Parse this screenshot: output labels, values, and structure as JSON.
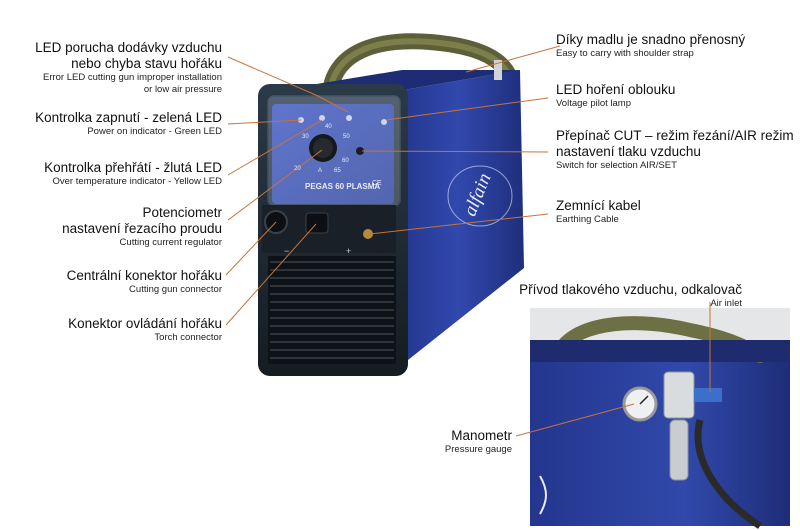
{
  "left_labels": [
    {
      "id": "led-fault",
      "cz": [
        "LED porucha dodávky vzduchu",
        "nebo chyba stavu hořáku"
      ],
      "en": [
        "Error LED cutting gun improper installation",
        "or low air pressure"
      ]
    },
    {
      "id": "power-indicator",
      "cz": [
        "Kontrolka zapnutí - zelená LED"
      ],
      "en": [
        "Power on indicator - Green LED"
      ]
    },
    {
      "id": "overheat-indicator",
      "cz": [
        "Kontrolka přehřátí - žlutá LED"
      ],
      "en": [
        "Over temperature indicator - Yellow LED"
      ]
    },
    {
      "id": "current-regulator",
      "cz": [
        "Potenciometr",
        "nastavení řezacího proudu"
      ],
      "en": [
        "Cutting current regulator"
      ]
    },
    {
      "id": "gun-connector",
      "cz": [
        "Centrální konektor hořáku"
      ],
      "en": [
        "Cutting gun connector"
      ]
    },
    {
      "id": "torch-connector",
      "cz": [
        "Konektor ovládání hořáku"
      ],
      "en": [
        "Torch connector"
      ]
    }
  ],
  "right_labels": [
    {
      "id": "shoulder-strap",
      "cz": [
        "Díky madlu je snadno přenosný"
      ],
      "en": [
        "Easy to carry with shoulder strap"
      ]
    },
    {
      "id": "pilot-lamp",
      "cz": [
        "LED hoření oblouku"
      ],
      "en": [
        "Voltage pilot lamp"
      ]
    },
    {
      "id": "air-switch",
      "cz": [
        "Přepínač CUT – režim řezání/AIR režim",
        "nastavení tlaku vzduchu"
      ],
      "en": [
        "Switch for selection AIR/SET"
      ]
    },
    {
      "id": "earthing-cable",
      "cz": [
        "Zemnící kabel"
      ],
      "en": [
        "Earthing Cable"
      ]
    },
    {
      "id": "air-inlet",
      "cz": [
        "Přívod tlakového vzduchu, odkalovač"
      ],
      "en": [
        "Air inlet"
      ]
    }
  ],
  "gauge_label": {
    "cz": "Manometr",
    "en": "Pressure gauge"
  },
  "device": {
    "brand": "alfain",
    "model": "PEGAS 60 PLASMA",
    "ce": "CE"
  },
  "dial_scale": [
    "20",
    "30",
    "40",
    "50",
    "60",
    "65",
    "A"
  ],
  "socket_marks": [
    "−",
    "+"
  ],
  "colors": {
    "body": "#2a3f9c",
    "body_dark": "#1c2b70",
    "frame": "#1e2a33",
    "grille": "#0f1418",
    "leader": "#d08040"
  }
}
